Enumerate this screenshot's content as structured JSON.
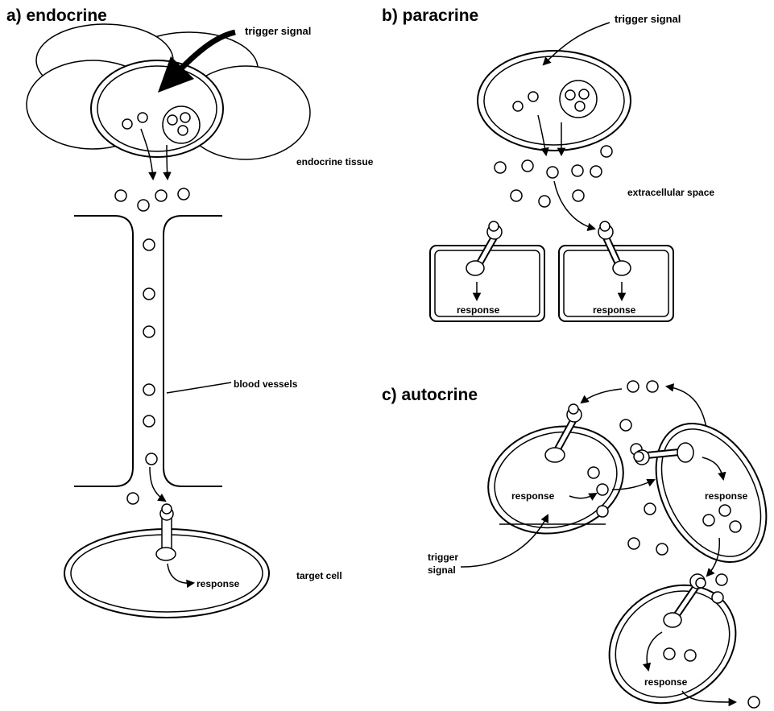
{
  "panels": {
    "endocrine": {
      "title": "a) endocrine",
      "trigger_label": "trigger signal",
      "tissue_label": "endocrine tissue",
      "vessel_label": "blood vessels",
      "target_label": "target cell",
      "response_label": "response"
    },
    "paracrine": {
      "title": "b) paracrine",
      "trigger_label": "trigger signal",
      "space_label": "extracellular space",
      "response_left": "response",
      "response_right": "response"
    },
    "autocrine": {
      "title": "c) autocrine",
      "response_left": "response",
      "response_right": "response",
      "response_bottom": "response",
      "trigger_label_line1": "trigger",
      "trigger_label_line2": "signal"
    }
  },
  "colors": {
    "ink": "#000000",
    "background": "#ffffff"
  }
}
